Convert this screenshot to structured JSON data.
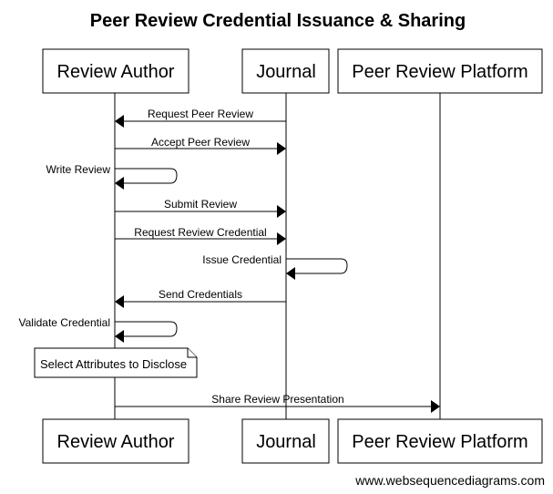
{
  "title": "Peer Review Credential Issuance & Sharing",
  "actors": {
    "author": "Review Author",
    "journal": "Journal",
    "platform": "Peer Review Platform"
  },
  "messages": {
    "m1": "Request Peer Review",
    "m2": "Accept Peer Review",
    "m3": "Write Review",
    "m4": "Submit Review",
    "m5": "Request Review Credential",
    "m6": "Issue Credential",
    "m7": "Send Credentials",
    "m8": "Validate Credential",
    "m9": "Share Review Presentation"
  },
  "note": "Select Attributes to Disclose",
  "footer": "www.websequencediagrams.com"
}
